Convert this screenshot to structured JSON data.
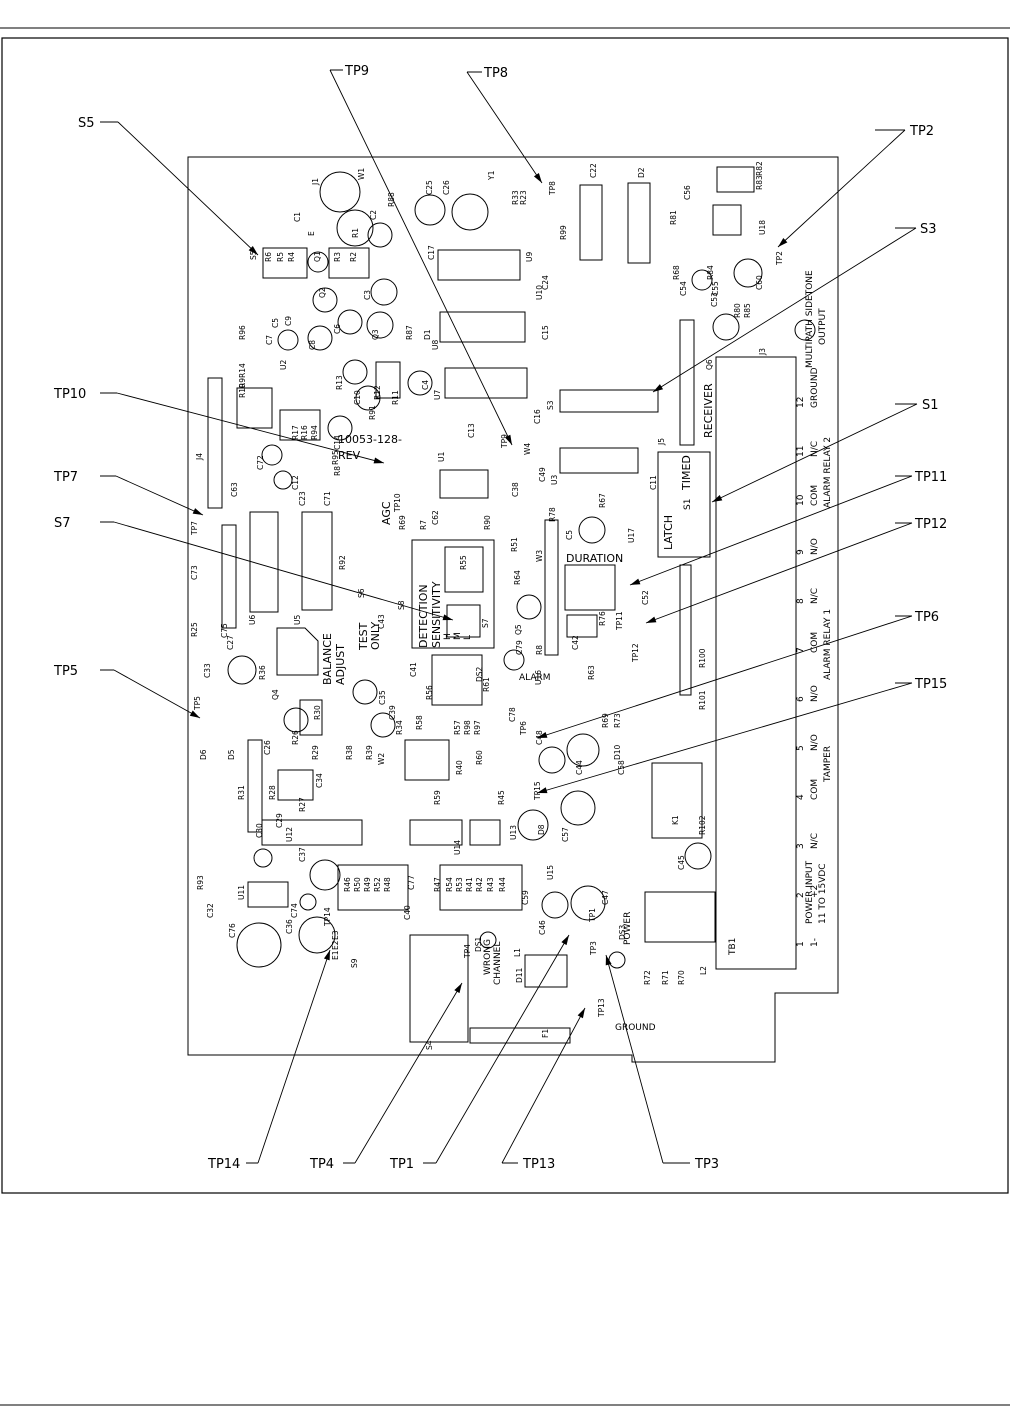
{
  "diagram": {
    "type": "pcb-component-layout",
    "board_revision": "10053-128-",
    "board_revision_suffix": "REV",
    "callouts": [
      "S5",
      "TP9",
      "TP8",
      "TP2",
      "S3",
      "TP10",
      "S1",
      "TP7",
      "TP11",
      "S7",
      "TP12",
      "TP6",
      "TP5",
      "TP15",
      "TP14",
      "TP4",
      "TP1",
      "TP13",
      "TP3"
    ],
    "silkscreen": {
      "receiver": "RECEIVER",
      "timed": "TIMED",
      "latch": "LATCH",
      "s1": "S1",
      "duration": "DURATION",
      "agc": "AGC",
      "detection": "DETECTION",
      "sensitivity": "SENSITIVITY",
      "hml": [
        "H",
        "M",
        "L"
      ],
      "test": "TEST",
      "only": "ONLY",
      "balance": "BALANCE",
      "adjust": "ADJUST",
      "alarm": "ALARM",
      "wrong": "WRONG",
      "channel": "CHANNEL",
      "power": "POWER",
      "ground": "GROUND",
      "multipath": "MULTIPATH SIDETONE",
      "output": "OUTPUT",
      "tb1": "TB1",
      "tb_terminals": [
        {
          "num": "12",
          "name": "GROUND"
        },
        {
          "num": "11",
          "name": "N/C"
        },
        {
          "num": "10",
          "name": "COM"
        },
        {
          "num": "9",
          "name": "N/O"
        },
        {
          "num": "8",
          "name": "N/C"
        },
        {
          "num": "7",
          "name": "COM"
        },
        {
          "num": "6",
          "name": "N/O"
        },
        {
          "num": "5",
          "name": "N/O"
        },
        {
          "num": "4",
          "name": "COM"
        },
        {
          "num": "3",
          "name": "N/C"
        },
        {
          "num": "2",
          "name": "+2"
        },
        {
          "num": "1",
          "name": "1-"
        }
      ],
      "relay2": "ALARM RELAY 2",
      "relay1": "ALARM RELAY 1",
      "tamper": "TAMPER",
      "power_input": "POWER INPUT",
      "power_range": "11 TO 15VDC"
    },
    "refdes": {
      "ics": [
        "U1",
        "U2",
        "U3",
        "U5",
        "U6",
        "U7",
        "U8",
        "U9",
        "U10",
        "U11",
        "U12",
        "U13",
        "U14",
        "U15",
        "U16",
        "U17",
        "U18"
      ],
      "connectors": [
        "J1",
        "J3",
        "J4",
        "J5",
        "J6"
      ],
      "switches": [
        "S4",
        "S5",
        "S6",
        "S8",
        "S9"
      ],
      "resistors": [
        "R1",
        "R2",
        "R3",
        "R4",
        "R5",
        "R6",
        "R7",
        "R8",
        "R9",
        "R10",
        "R11",
        "R12",
        "R13",
        "R14",
        "R16",
        "R17",
        "R23",
        "R25",
        "R26",
        "R27",
        "R28",
        "R29",
        "R30",
        "R31",
        "R33",
        "R34",
        "R36",
        "R38",
        "R39",
        "R40",
        "R41",
        "R42",
        "R43",
        "R44",
        "R45",
        "R46",
        "R47",
        "R48",
        "R49",
        "R50",
        "R51",
        "R52",
        "R53",
        "R54",
        "R55",
        "R56",
        "R57",
        "R58",
        "R59",
        "R60",
        "R61",
        "R63",
        "R64",
        "R67",
        "R68",
        "R69",
        "R70",
        "R71",
        "R72",
        "R73",
        "R76",
        "R78",
        "R80",
        "R81",
        "R82",
        "R83",
        "R84",
        "R85",
        "R86",
        "R87",
        "R88",
        "R89",
        "R90",
        "R91",
        "R92",
        "R93",
        "R94",
        "R95",
        "R96",
        "R97",
        "R98",
        "R99",
        "R100",
        "R101",
        "R102"
      ],
      "capacitors": [
        "C1",
        "C2",
        "C3",
        "C4",
        "C5",
        "C6",
        "C7",
        "C8",
        "C9",
        "C10",
        "C11",
        "C12",
        "C13",
        "C14",
        "C15",
        "C16",
        "C17",
        "C22",
        "C23",
        "C24",
        "C25",
        "C26",
        "C27",
        "C28",
        "C29",
        "C30",
        "C32",
        "C33",
        "C34",
        "C35",
        "C36",
        "C37",
        "C38",
        "C39",
        "C40",
        "C41",
        "C42",
        "C43",
        "C44",
        "C45",
        "C46",
        "C47",
        "C48",
        "C49",
        "C51",
        "C52",
        "C53",
        "C54",
        "C55",
        "C56",
        "C57",
        "C58",
        "C59",
        "C60",
        "C62",
        "C63",
        "C71",
        "C72",
        "C73",
        "C74",
        "C75",
        "C76",
        "C77",
        "C78",
        "C79"
      ],
      "diodes": [
        "D1",
        "D2",
        "D5",
        "D6",
        "D8",
        "D9",
        "D10",
        "D11",
        "DS1",
        "DS2",
        "DS3"
      ],
      "transistors": [
        "Q1",
        "Q2",
        "Q3",
        "Q4",
        "Q5",
        "Q6"
      ],
      "misc": [
        "Y1",
        "K1",
        "F1",
        "L1",
        "L2",
        "W1",
        "W2",
        "W3",
        "W4",
        "E1",
        "E2",
        "E3",
        "E"
      ]
    }
  }
}
